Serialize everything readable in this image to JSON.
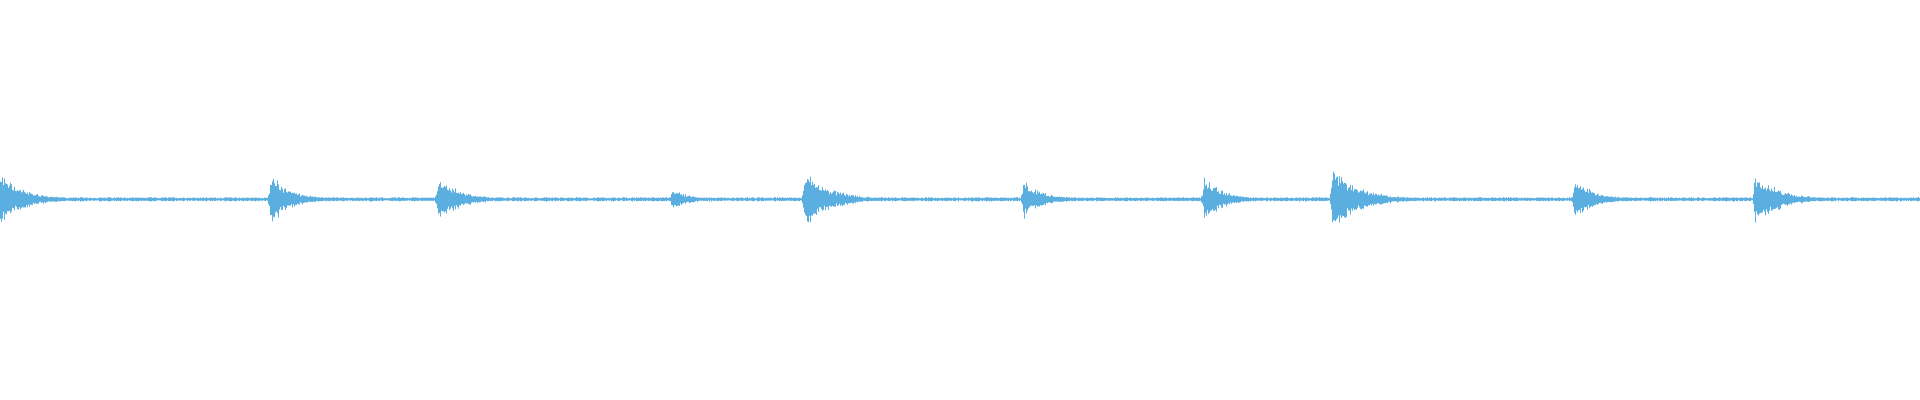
{
  "waveform": {
    "color": "#5aaee0",
    "background": "#ffffff",
    "duration_fraction_axis": "time",
    "baseline_amplitude": 0.01,
    "transients": [
      {
        "t": 0.0,
        "amplitude": 0.14,
        "decay": 0.012
      },
      {
        "t": 0.141,
        "amplitude": 0.14,
        "decay": 0.01
      },
      {
        "t": 0.228,
        "amplitude": 0.13,
        "decay": 0.011
      },
      {
        "t": 0.35,
        "amplitude": 0.06,
        "decay": 0.008
      },
      {
        "t": 0.419,
        "amplitude": 0.16,
        "decay": 0.013
      },
      {
        "t": 0.533,
        "amplitude": 0.1,
        "decay": 0.01
      },
      {
        "t": 0.627,
        "amplitude": 0.12,
        "decay": 0.01
      },
      {
        "t": 0.694,
        "amplitude": 0.17,
        "decay": 0.014
      },
      {
        "t": 0.82,
        "amplitude": 0.11,
        "decay": 0.01
      },
      {
        "t": 0.914,
        "amplitude": 0.15,
        "decay": 0.012
      }
    ]
  }
}
